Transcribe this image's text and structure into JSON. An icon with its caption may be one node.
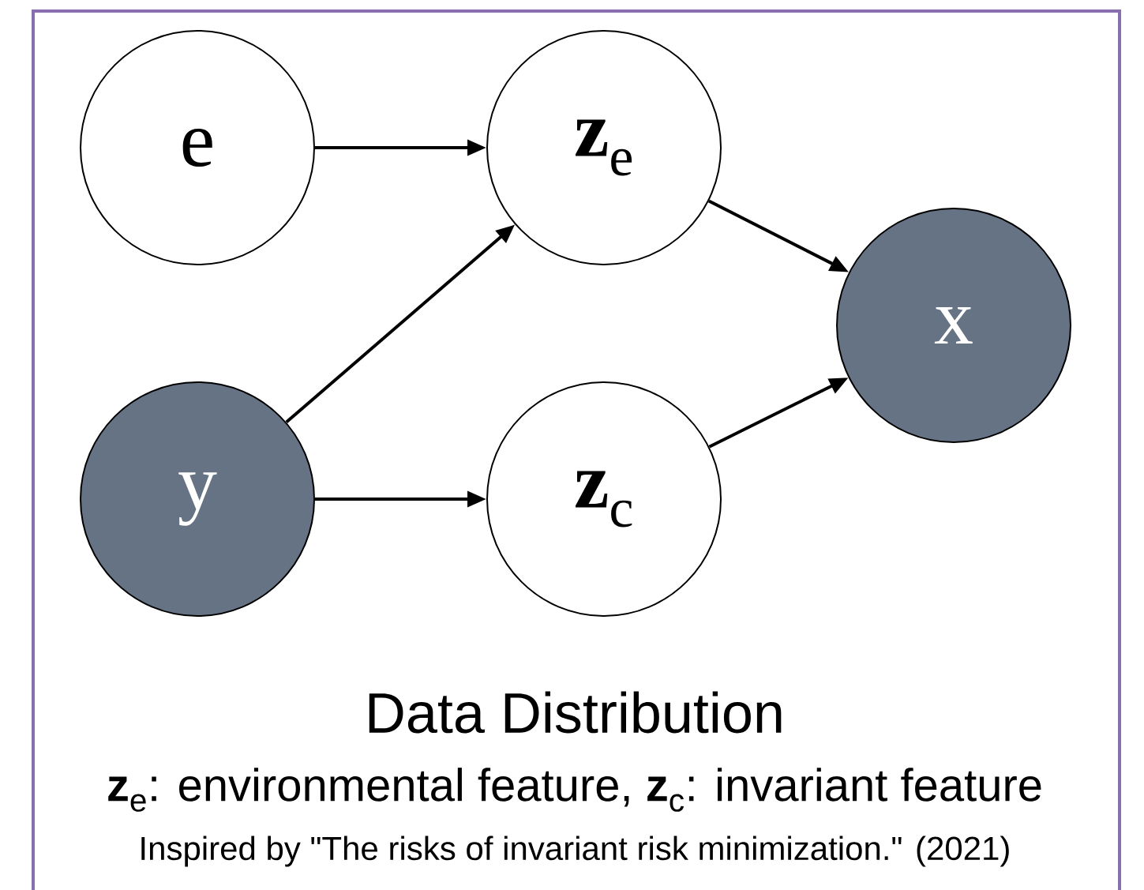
{
  "diagram": {
    "title": "Data Distribution",
    "nodes": [
      {
        "text": [
          "e"
        ]
      },
      {
        "text": [
          "**z**$_{e}$"
        ]
      },
      {
        "text": [
          "y"
        ]
      },
      {
        "text": [
          "**z**$_{c}$"
        ]
      },
      {
        "text": [
          "x"
        ]
      }
    ],
    "edges": [
      {
        "from": 0,
        "to": 1,
        "arrow": "to"
      },
      {
        "from": 2,
        "to": 1,
        "arrow": "to"
      },
      {
        "from": 2,
        "to": 3,
        "arrow": "to"
      },
      {
        "from": 1,
        "to": 4,
        "arrow": "to"
      },
      {
        "from": 3,
        "to": 4,
        "arrow": "to"
      }
    ],
    "labels": [
      "**z**$_{e}$: environmental feature, **z**$_{c}$: invariant feature",
      "Inspired by \"The risks of invariant risk minimization.\" (2021)"
    ]
  }
}
